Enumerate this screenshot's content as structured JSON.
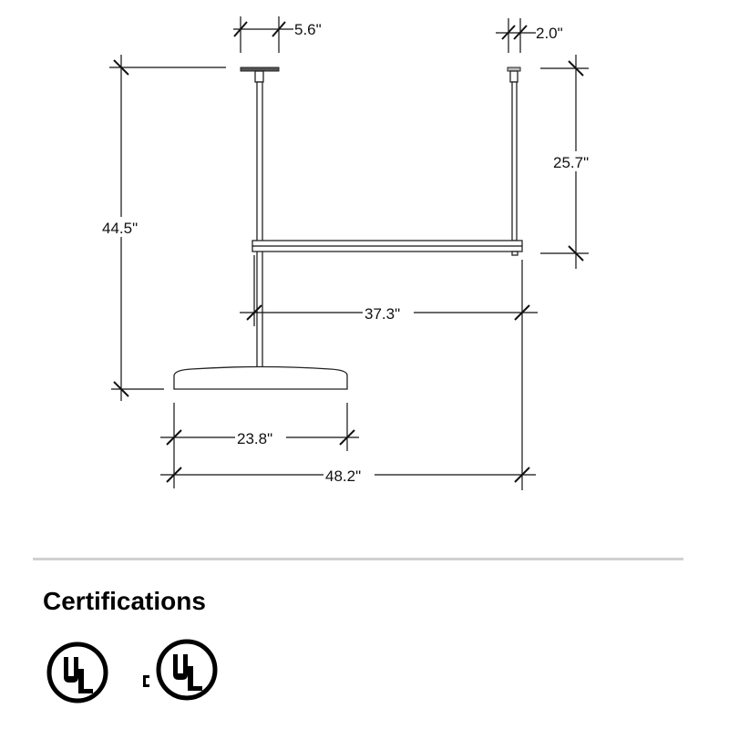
{
  "diagram": {
    "dimensions": {
      "canopy_width": "5.6\"",
      "stem_canopy_width": "2.0\"",
      "overall_height": "44.5\"",
      "stem_to_bar_height": "25.7\"",
      "bar_length": "37.3\"",
      "shade_diameter": "23.8\"",
      "overall_width": "48.2\""
    }
  },
  "certifications": {
    "heading": "Certifications",
    "logos": [
      {
        "name": "UL Listed",
        "lettering": "UL"
      },
      {
        "name": "cUL Listed",
        "lettering": "cUL"
      }
    ]
  }
}
